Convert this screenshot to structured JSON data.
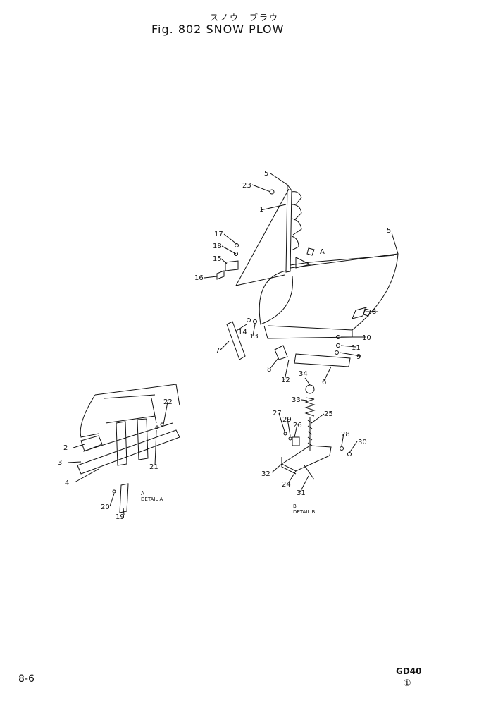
{
  "header": {
    "kana": "スノウ　ブラウ",
    "title": "Fig. 802  SNOW PLOW"
  },
  "footer": {
    "page": "8-6",
    "model": "GD40",
    "revision": "①"
  },
  "callouts": [
    "1",
    "2",
    "3",
    "4",
    "5",
    "5",
    "6",
    "7",
    "8",
    "8",
    "9",
    "10",
    "11",
    "12",
    "13",
    "14",
    "15",
    "16",
    "17",
    "18",
    "19",
    "20",
    "21",
    "22",
    "23",
    "24",
    "25",
    "26",
    "27",
    "28",
    "29",
    "30",
    "31",
    "32",
    "33",
    "34"
  ],
  "view_markers": [
    "A",
    "B"
  ],
  "detail_captions": {
    "a": "DETAIL A",
    "b": "DETAIL B"
  }
}
